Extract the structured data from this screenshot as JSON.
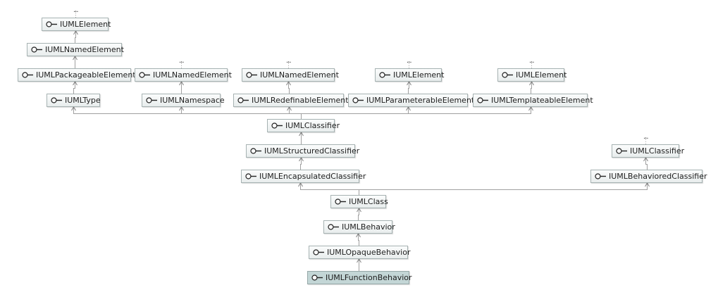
{
  "nodes": [
    {
      "id": "n0",
      "label": "IUMLElement"
    },
    {
      "id": "n1",
      "label": "IUMLNamedElement"
    },
    {
      "id": "n2",
      "label": "IUMLPackageableElement"
    },
    {
      "id": "n3",
      "label": "IUMLType"
    },
    {
      "id": "n4",
      "label": "IUMLNamedElement"
    },
    {
      "id": "n5",
      "label": "IUMLNamespace"
    },
    {
      "id": "n6",
      "label": "IUMLNamedElement"
    },
    {
      "id": "n7",
      "label": "IUMLRedefinableElement"
    },
    {
      "id": "n8",
      "label": "IUMLElement"
    },
    {
      "id": "n9",
      "label": "IUMLParameterableElement"
    },
    {
      "id": "n10",
      "label": "IUMLElement"
    },
    {
      "id": "n11",
      "label": "IUMLTemplateableElement"
    },
    {
      "id": "n12",
      "label": "IUMLClassifier"
    },
    {
      "id": "n13",
      "label": "IUMLStructuredClassifier"
    },
    {
      "id": "n14",
      "label": "IUMLEncapsulatedClassifier"
    },
    {
      "id": "n15",
      "label": "IUMLClassifier"
    },
    {
      "id": "n16",
      "label": "IUMLBehavioredClassifier"
    },
    {
      "id": "n17",
      "label": "IUMLClass"
    },
    {
      "id": "n18",
      "label": "IUMLBehavior"
    },
    {
      "id": "n19",
      "label": "IUMLOpaqueBehavior"
    },
    {
      "id": "n20",
      "label": "IUMLFunctionBehavior",
      "highlight": true
    }
  ],
  "edges": [
    {
      "from": "n1",
      "to": "n0"
    },
    {
      "from": "n2",
      "to": "n1"
    },
    {
      "from": "n3",
      "to": "n2"
    },
    {
      "from": "n5",
      "to": "n4"
    },
    {
      "from": "n7",
      "to": "n6"
    },
    {
      "from": "n9",
      "to": "n8"
    },
    {
      "from": "n11",
      "to": "n10"
    },
    {
      "from": "n12",
      "to": "n3"
    },
    {
      "from": "n12",
      "to": "n5"
    },
    {
      "from": "n12",
      "to": "n7"
    },
    {
      "from": "n12",
      "to": "n9"
    },
    {
      "from": "n12",
      "to": "n11"
    },
    {
      "from": "n13",
      "to": "n12"
    },
    {
      "from": "n14",
      "to": "n13"
    },
    {
      "from": "n16",
      "to": "n15"
    },
    {
      "from": "n17",
      "to": "n14"
    },
    {
      "from": "n17",
      "to": "n16"
    },
    {
      "from": "n18",
      "to": "n17"
    },
    {
      "from": "n19",
      "to": "n18"
    },
    {
      "from": "n20",
      "to": "n19"
    }
  ],
  "ellipsis_text": "...",
  "truncated_nodes": [
    "n0",
    "n4",
    "n6",
    "n8",
    "n10",
    "n15"
  ]
}
